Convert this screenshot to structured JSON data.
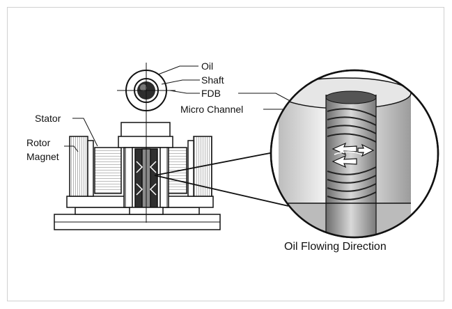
{
  "labels": {
    "oil": "Oil",
    "shaft": "Shaft",
    "fdb": "FDB",
    "micro_channel": "Micro Channel",
    "stator": "Stator",
    "rotor": "Rotor",
    "magnet": "Magnet"
  },
  "caption": "Oil Flowing Direction",
  "colors": {
    "line": "#111111",
    "hatch": "#9a9a9a",
    "dark_fill": "#3a3a3a",
    "light_fill": "#e8e8e8",
    "arrow_fill": "#ffffff"
  }
}
